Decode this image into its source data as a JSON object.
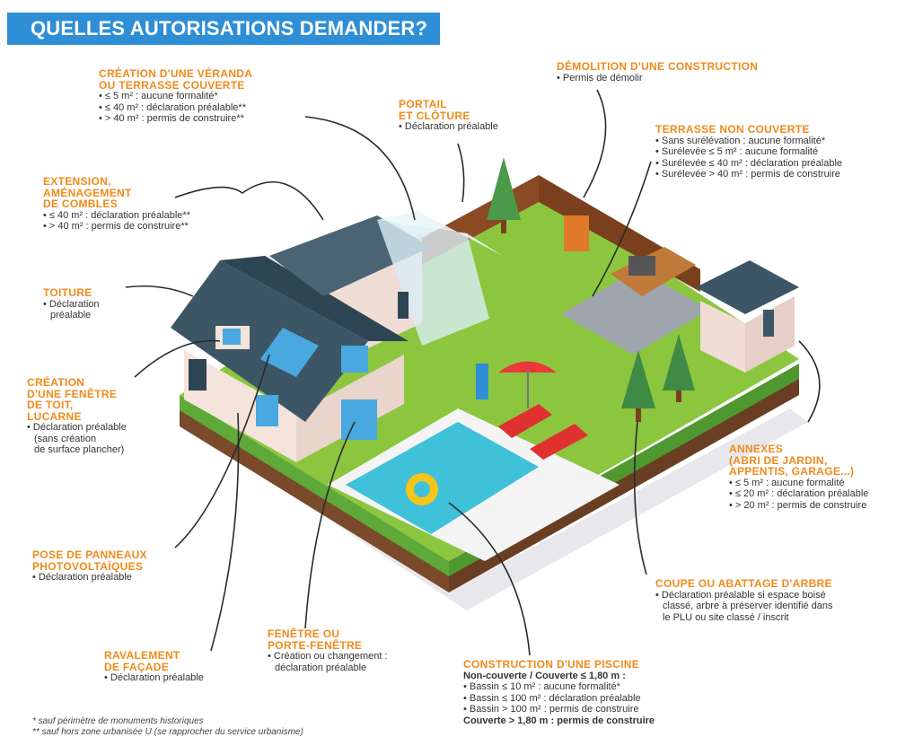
{
  "title": "QUELLES AUTORISATIONS DEMANDER?",
  "labels": {
    "veranda": {
      "head": [
        "CRÉATION D'UNE VÉRANDA",
        "OU TERRASSE COUVERTE"
      ],
      "lines": [
        "• ≤ 5 m² : aucune formalité*",
        "• ≤ 40 m² : déclaration préalable**",
        "• > 40 m² : permis de construire**"
      ]
    },
    "portail": {
      "head": [
        "PORTAIL",
        "ET CLÔTURE"
      ],
      "lines": [
        "• Déclaration préalable"
      ]
    },
    "demolition": {
      "head": [
        "DÉMOLITION D'UNE CONSTRUCTION"
      ],
      "lines": [
        "• Permis de démolir"
      ]
    },
    "terrasse": {
      "head": [
        "TERRASSE NON COUVERTE"
      ],
      "lines": [
        "• Sans surélévation : aucune formalité*",
        "• Surélevée ≤ 5 m² : aucune formalité",
        "• Surélevée ≤ 40 m² : déclaration préalable",
        "• Surélevée > 40 m² : permis de construire"
      ]
    },
    "extension": {
      "head": [
        "EXTENSION,",
        "AMÉNAGEMENT",
        "DE COMBLES"
      ],
      "lines": [
        "• ≤ 40 m² : déclaration préalable**",
        "• > 40 m² : permis de construire**"
      ]
    },
    "toiture": {
      "head": [
        "TOITURE"
      ],
      "lines": [
        "• Déclaration",
        "préalable"
      ]
    },
    "fenetre_toit": {
      "head": [
        "CRÉATION",
        "D'UNE FENÊTRE",
        "DE TOIT,",
        "LUCARNE"
      ],
      "lines": [
        "• Déclaration préalable",
        "(sans création",
        "de surface plancher)"
      ]
    },
    "annexes": {
      "head": [
        "ANNEXES",
        "(ABRI DE JARDIN,",
        "APPENTIS, GARAGE...)"
      ],
      "lines": [
        "• ≤ 5 m² : aucune formalité",
        "• ≤ 20 m² : déclaration préalable",
        "• > 20 m² : permis de construire"
      ]
    },
    "photovoltaiques": {
      "head": [
        "POSE DE PANNEAUX",
        "PHOTOVOLTAÏQUES"
      ],
      "lines": [
        "• Déclaration préalable"
      ]
    },
    "arbre": {
      "head": [
        "COUPE OU ABATTAGE D'ARBRE"
      ],
      "lines": [
        "• Déclaration préalable si espace boisé",
        "classé, arbre à préserver identifié dans",
        "le PLU ou site classé / inscrit"
      ]
    },
    "ravalement": {
      "head": [
        "RAVALEMENT",
        "DE FAÇADE"
      ],
      "lines": [
        "• Déclaration préalable"
      ]
    },
    "fenetre": {
      "head": [
        "FENÊTRE OU",
        "PORTE-FENÊTRE"
      ],
      "lines": [
        "• Création ou changement :",
        "déclaration préalable"
      ]
    },
    "piscine": {
      "head": [
        "CONSTRUCTION D'UNE PISCINE"
      ],
      "bold_line": "Non-couverte / Couverte ≤ 1,80 m :",
      "lines": [
        "• Bassin ≤ 10 m² : aucune formalité*",
        "• Bassin ≤ 100 m² : déclaration préalable",
        "• Bassin > 100 m² : permis de construire"
      ],
      "last_line": "Couverte > 1,80 m : permis de construire"
    }
  },
  "notes": [
    "* sauf périmètre de monuments historiques",
    "** sauf hors zone urbanisée U (se rapprocher du service urbanisme)"
  ],
  "colors": {
    "title_bg": "#2f8fd6",
    "heading": "#f08a1a",
    "grass": "#8cc63f",
    "pool": "#3fc1d9",
    "roof": "#3c5666"
  }
}
